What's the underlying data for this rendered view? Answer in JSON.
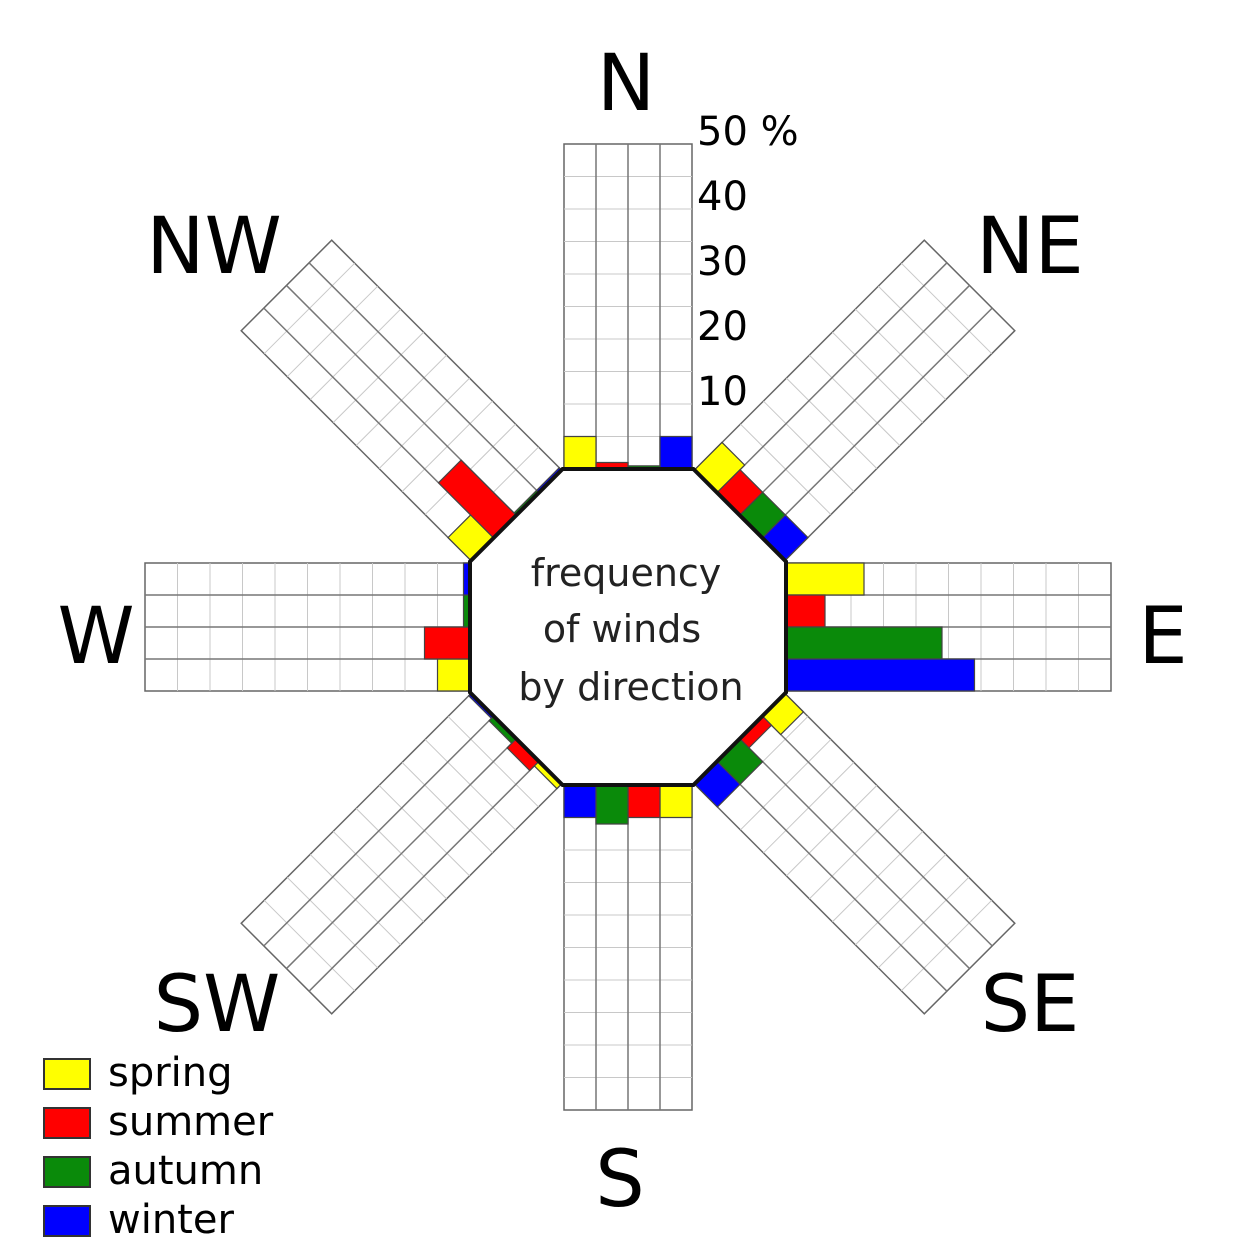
{
  "chart_data": {
    "type": "bar",
    "subtype": "wind-rose",
    "title": "frequency of winds by direction",
    "title_lines": [
      "frequency",
      "of winds",
      "by direction"
    ],
    "directions": [
      "N",
      "NE",
      "E",
      "SE",
      "S",
      "SW",
      "W",
      "NW"
    ],
    "axis": {
      "max": 50,
      "ticks": [
        10,
        20,
        30,
        40,
        50
      ],
      "tick_labels": [
        "10",
        "20",
        "30",
        "40",
        "50 %"
      ],
      "grid": true
    },
    "series": [
      {
        "name": "spring",
        "color": "#ffff00",
        "values": [
          5,
          6,
          12,
          4,
          5,
          1,
          5,
          5
        ]
      },
      {
        "name": "summer",
        "color": "#ff0000",
        "values": [
          1,
          5,
          6,
          2,
          5,
          2,
          7,
          12
        ]
      },
      {
        "name": "autumn",
        "color": "#0a8a0a",
        "values": [
          0.5,
          5,
          24,
          5,
          6,
          1,
          1,
          0.5
        ]
      },
      {
        "name": "winter",
        "color": "#0000ff",
        "values": [
          5,
          5,
          29,
          5,
          5,
          0.5,
          1,
          0.5
        ]
      }
    ],
    "legend": {
      "position": "bottom-left"
    }
  }
}
